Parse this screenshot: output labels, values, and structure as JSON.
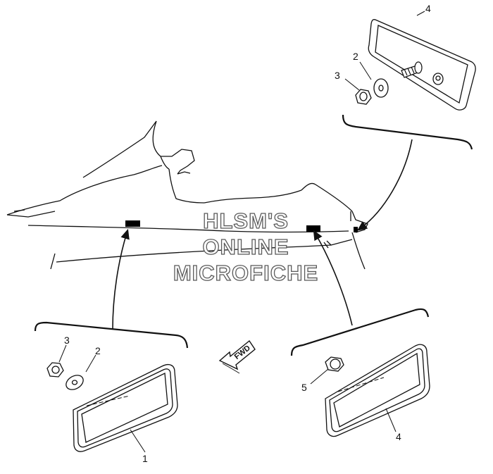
{
  "watermark": {
    "line1": "HLSM'S",
    "line2": "ONLINE",
    "line3": "MICROFICHE"
  },
  "direction_label": "FWD",
  "callouts": {
    "top_reflector": "4",
    "top_washer": "2",
    "top_nut": "3",
    "left_nut": "3",
    "left_washer": "2",
    "left_reflector": "1",
    "right_spacer": "5",
    "right_reflector": "4"
  }
}
